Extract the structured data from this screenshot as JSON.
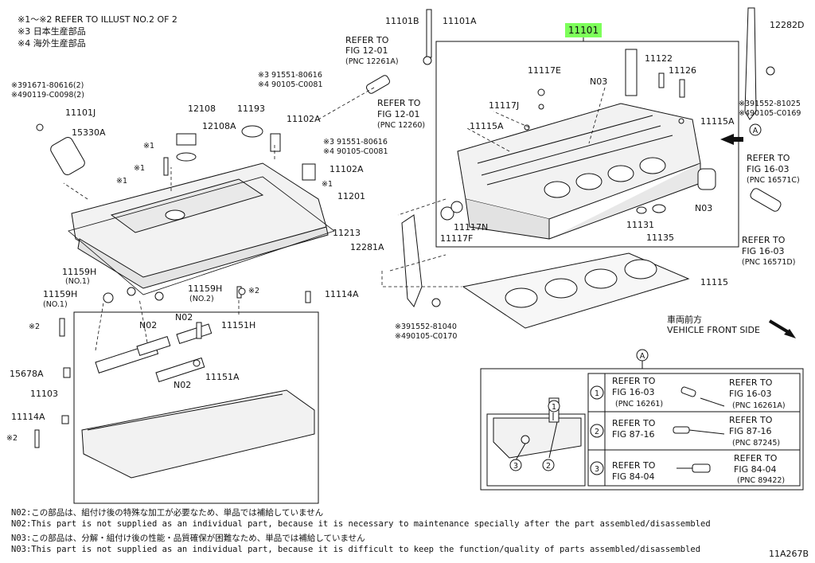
{
  "header_notes": [
    "※1～※2  REFER TO ILLUST NO.2 OF 2",
    "※3 日本生産部品",
    "※4 海外生産部品"
  ],
  "highlight_part": "11101",
  "part_labels": [
    {
      "id": "11101B",
      "text": "11101B"
    },
    {
      "id": "11101A",
      "text": "11101A"
    },
    {
      "id": "12282D",
      "text": "12282D"
    },
    {
      "id": "11117E",
      "text": "11117E"
    },
    {
      "id": "11122",
      "text": "11122"
    },
    {
      "id": "11126",
      "text": "11126"
    },
    {
      "id": "N03a",
      "text": "N03"
    },
    {
      "id": "11117J",
      "text": "11117J"
    },
    {
      "id": "11115Aa",
      "text": "11115A"
    },
    {
      "id": "11115Ab",
      "text": "11115A"
    },
    {
      "id": "N03b",
      "text": "N03"
    },
    {
      "id": "11117N",
      "text": "11117N"
    },
    {
      "id": "11117F",
      "text": "11117F"
    },
    {
      "id": "11131",
      "text": "11131"
    },
    {
      "id": "11135",
      "text": "11135"
    },
    {
      "id": "12281A",
      "text": "12281A"
    },
    {
      "id": "11115",
      "text": "11115"
    },
    {
      "id": "11101J",
      "text": "11101J"
    },
    {
      "id": "15330A",
      "text": "15330A"
    },
    {
      "id": "12108",
      "text": "12108"
    },
    {
      "id": "12108A",
      "text": "12108A"
    },
    {
      "id": "11193",
      "text": "11193"
    },
    {
      "id": "11102Aa",
      "text": "11102A"
    },
    {
      "id": "11102Ab",
      "text": "11102A"
    },
    {
      "id": "11201",
      "text": "11201"
    },
    {
      "id": "11213",
      "text": "11213"
    },
    {
      "id": "11159Ha",
      "text": "11159H"
    },
    {
      "id": "11159Hb",
      "text": "11159H"
    },
    {
      "id": "11159Hc",
      "text": "11159H"
    },
    {
      "id": "11114Aa",
      "text": "11114A"
    },
    {
      "id": "11114Ab",
      "text": "11114A"
    },
    {
      "id": "N02a",
      "text": "N02"
    },
    {
      "id": "N02b",
      "text": "N02"
    },
    {
      "id": "N02c",
      "text": "N02"
    },
    {
      "id": "11151H",
      "text": "11151H"
    },
    {
      "id": "11151A",
      "text": "11151A"
    },
    {
      "id": "15678A",
      "text": "15678A"
    },
    {
      "id": "11103",
      "text": "11103"
    },
    {
      "id": "no1a",
      "text": "(NO.1)"
    },
    {
      "id": "no1b",
      "text": "(NO.1)"
    },
    {
      "id": "no2",
      "text": "(NO.2)"
    }
  ],
  "marks": {
    "m1": "※1",
    "m2": "※2"
  },
  "code_labels": [
    {
      "id": "c1",
      "text": "※391671-80616(2)"
    },
    {
      "id": "c2",
      "text": "※490119-C0098(2)"
    },
    {
      "id": "c3",
      "text": "※3 91551-80616"
    },
    {
      "id": "c4",
      "text": "※4 90105-C0081"
    },
    {
      "id": "c5",
      "text": "※3 91551-80616"
    },
    {
      "id": "c6",
      "text": "※4 90105-C0081"
    },
    {
      "id": "c7",
      "text": "※391552-81025"
    },
    {
      "id": "c8",
      "text": "※490105-C0169"
    },
    {
      "id": "c9",
      "text": "※391552-81040"
    },
    {
      "id": "c10",
      "text": "※490105-C0170"
    }
  ],
  "refer": {
    "r1": [
      "REFER TO",
      "FIG 12-01",
      "(PNC 12261A)"
    ],
    "r2": [
      "REFER TO",
      "FIG 12-01",
      "(PNC 12260)"
    ],
    "r3": [
      "REFER TO",
      "FIG 16-03",
      "(PNC 16571C)"
    ],
    "r4": [
      "REFER TO",
      "FIG 16-03",
      "(PNC 16571D)"
    ]
  },
  "vehicle_front": [
    "車両前方",
    "VEHICLE FRONT SIDE"
  ],
  "detail_a": {
    "marker": "A",
    "rows": [
      {
        "num": "1",
        "left": [
          "REFER TO",
          "FIG 16-03",
          "(PNC 16261)"
        ],
        "right": [
          "REFER TO",
          "FIG 16-03",
          "(PNC 16261A)"
        ]
      },
      {
        "num": "2",
        "left": [
          "REFER TO",
          "FIG 87-16"
        ],
        "right": [
          "REFER TO",
          "FIG 87-16",
          "(PNC 87245)"
        ]
      },
      {
        "num": "3",
        "left": [
          "REFER TO",
          "FIG 84-04"
        ],
        "right": [
          "REFER TO",
          "FIG 84-04",
          "(PNC 89422)"
        ]
      }
    ],
    "callouts": [
      "1",
      "2",
      "3"
    ]
  },
  "footnotes": [
    "N02:この部品は、組付け後の特殊な加工が必要なため、単品では補給していません",
    "N02:This part is not supplied as an individual part, because it is necessary to maintenance specially after the part assembled/disassembled",
    "N03:この部品は、分解・組付け後の性能・品質確保が困難なため、単品では補給していません",
    "N03:This part is not supplied as an individual part, because it is difficult to keep the function/quality of parts assembled/disassembled"
  ],
  "figure_id": "11A267B"
}
